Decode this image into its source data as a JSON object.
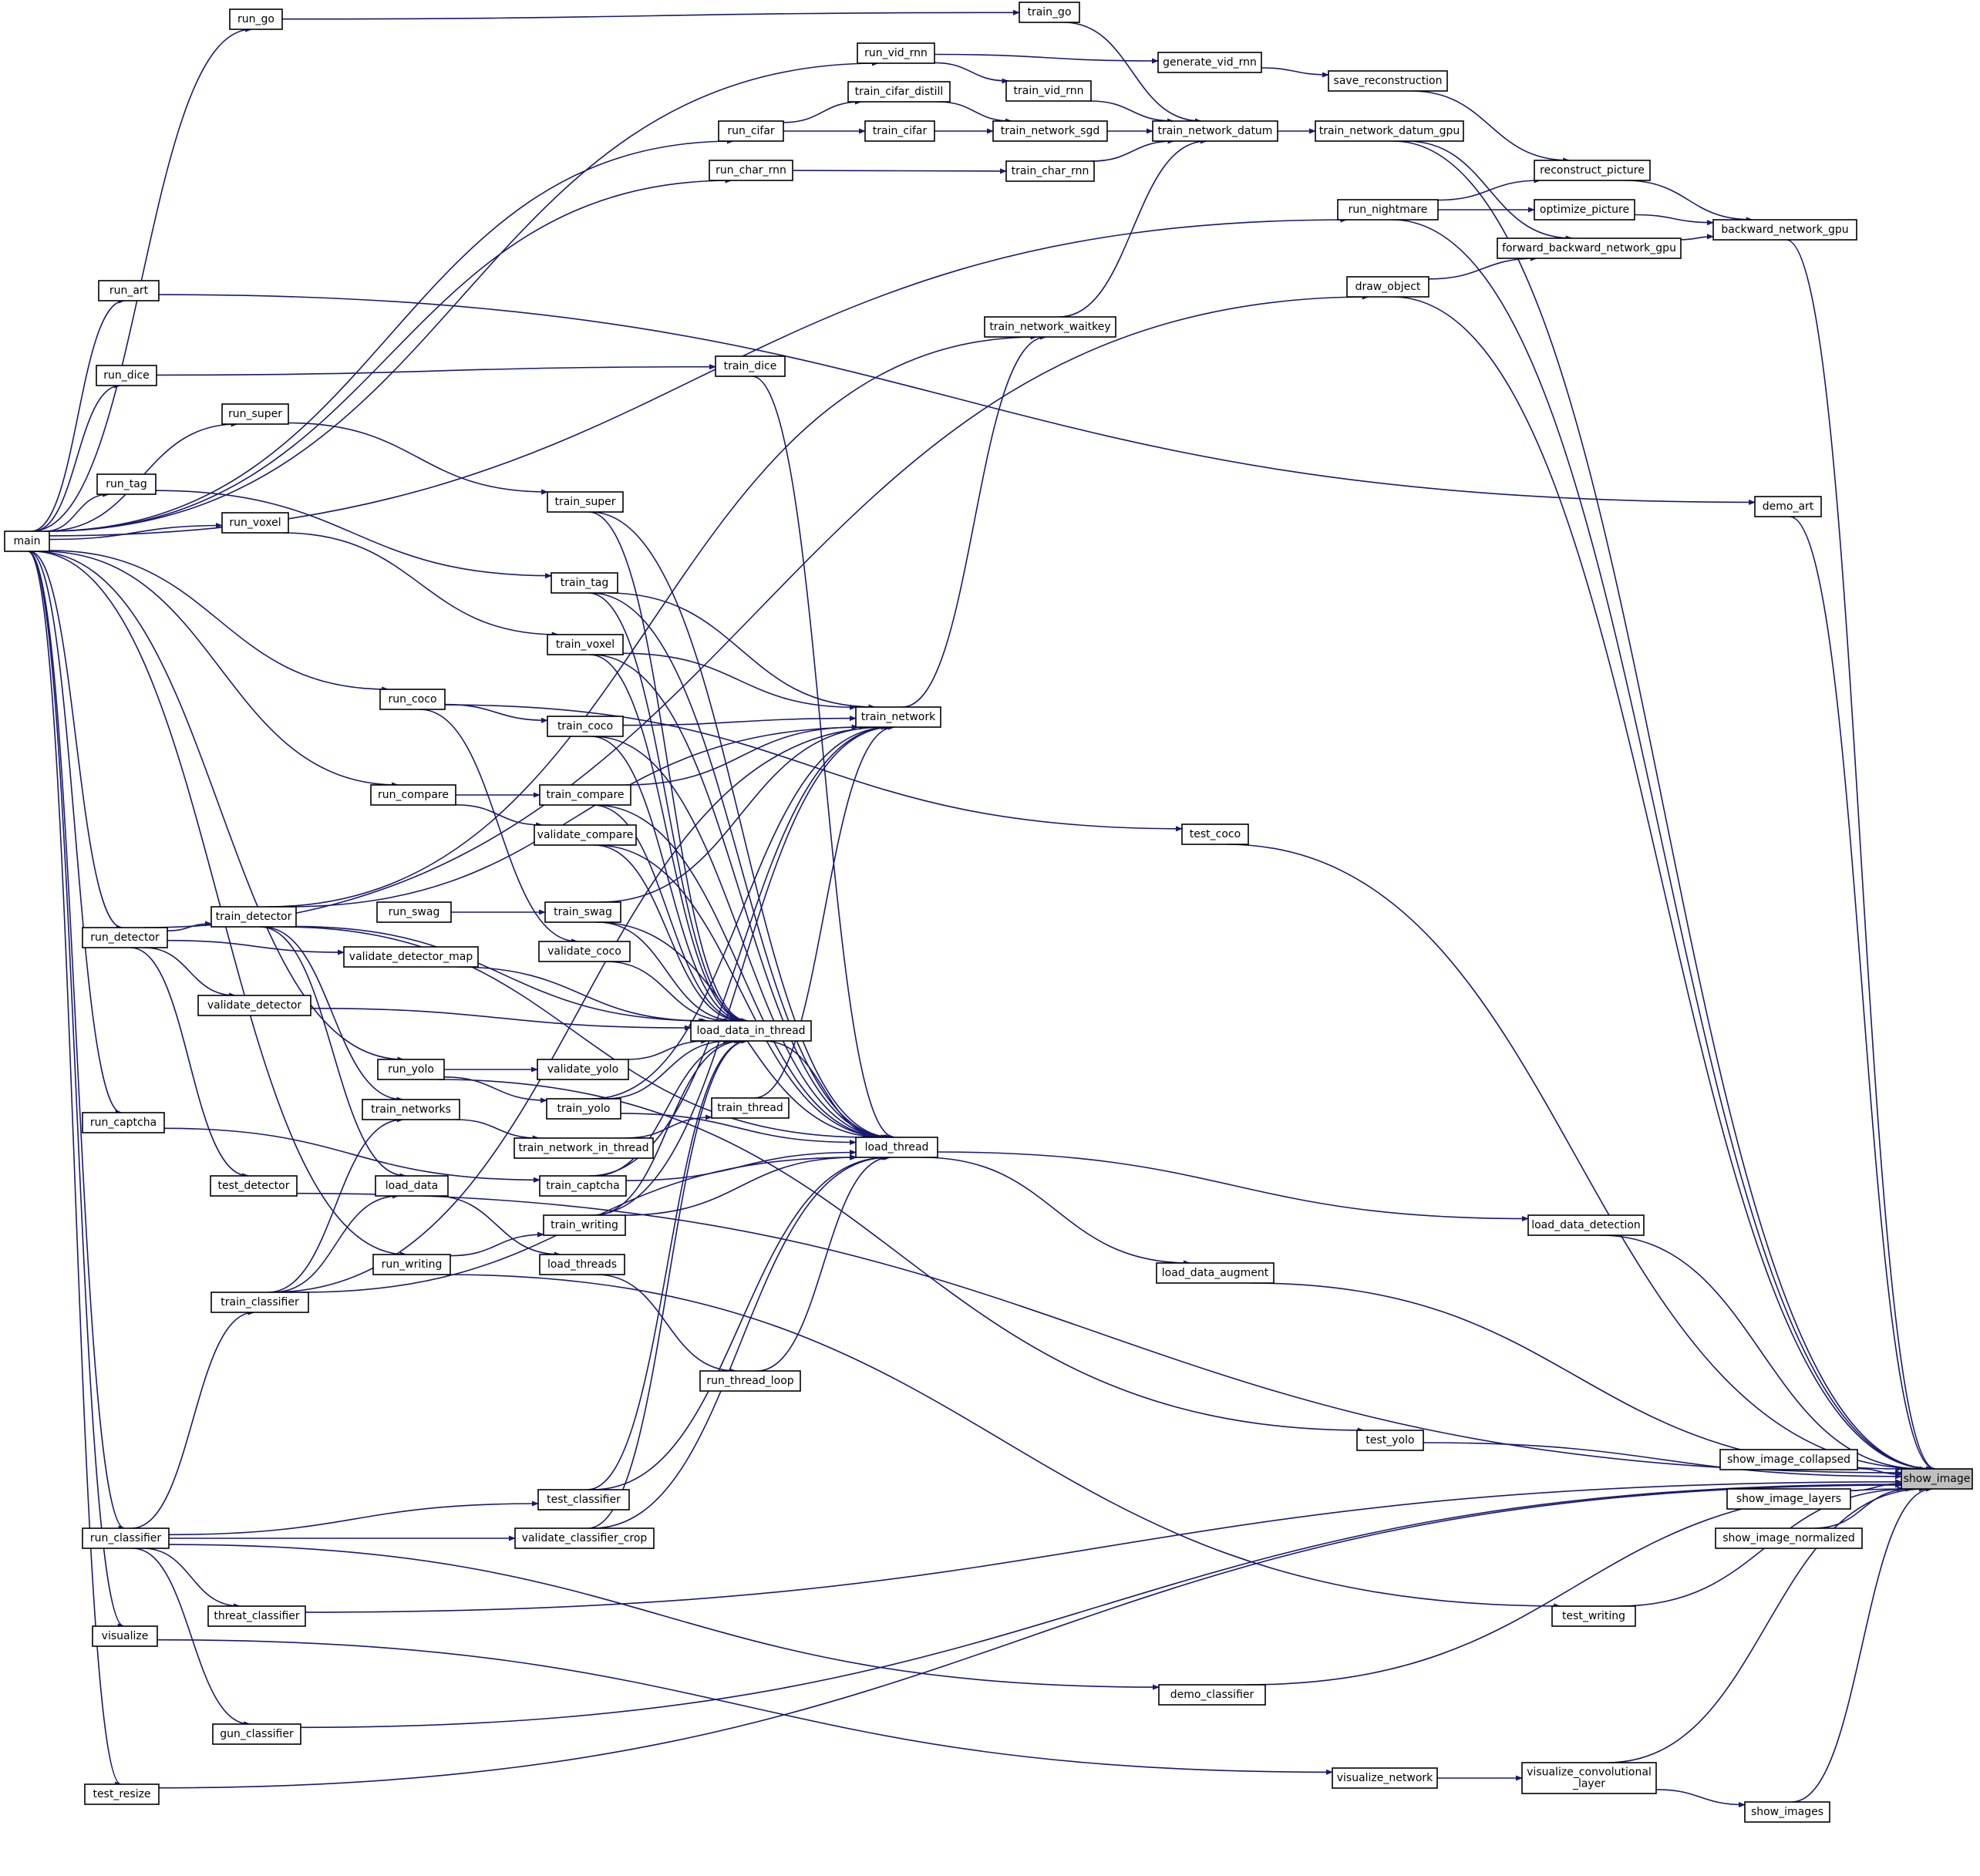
{
  "graph": {
    "edge_color": "#191970",
    "highlight_fill": "#bfbfbf",
    "nodes": [
      {
        "id": "show_image",
        "label": "show_image",
        "highlight": true
      },
      {
        "id": "main",
        "label": "main"
      },
      {
        "id": "run_go",
        "label": "run_go"
      },
      {
        "id": "train_go",
        "label": "train_go"
      },
      {
        "id": "run_vid_rnn",
        "label": "run_vid_rnn"
      },
      {
        "id": "generate_vid_rnn",
        "label": "generate_vid_rnn"
      },
      {
        "id": "save_reconstruction",
        "label": "save_reconstruction"
      },
      {
        "id": "train_vid_rnn",
        "label": "train_vid_rnn"
      },
      {
        "id": "train_cifar_distill",
        "label": "train_cifar_distill"
      },
      {
        "id": "run_cifar",
        "label": "run_cifar"
      },
      {
        "id": "train_cifar",
        "label": "train_cifar"
      },
      {
        "id": "train_network_sgd",
        "label": "train_network_sgd"
      },
      {
        "id": "train_network_datum",
        "label": "train_network_datum"
      },
      {
        "id": "train_network_datum_gpu",
        "label": "train_network_datum_gpu"
      },
      {
        "id": "run_char_rnn",
        "label": "run_char_rnn"
      },
      {
        "id": "train_char_rnn",
        "label": "train_char_rnn"
      },
      {
        "id": "reconstruct_picture",
        "label": "reconstruct_picture"
      },
      {
        "id": "run_nightmare",
        "label": "run_nightmare"
      },
      {
        "id": "optimize_picture",
        "label": "optimize_picture"
      },
      {
        "id": "backward_network_gpu",
        "label": "backward_network_gpu"
      },
      {
        "id": "forward_backward_network_gpu",
        "label": "forward_backward_network_gpu"
      },
      {
        "id": "run_art",
        "label": "run_art"
      },
      {
        "id": "draw_object",
        "label": "draw_object"
      },
      {
        "id": "train_network_waitkey",
        "label": "train_network_waitkey"
      },
      {
        "id": "run_dice",
        "label": "run_dice"
      },
      {
        "id": "train_dice",
        "label": "train_dice"
      },
      {
        "id": "run_super",
        "label": "run_super"
      },
      {
        "id": "train_super",
        "label": "train_super"
      },
      {
        "id": "run_tag",
        "label": "run_tag"
      },
      {
        "id": "demo_art",
        "label": "demo_art"
      },
      {
        "id": "run_voxel",
        "label": "run_voxel"
      },
      {
        "id": "train_tag",
        "label": "train_tag"
      },
      {
        "id": "train_voxel",
        "label": "train_voxel"
      },
      {
        "id": "run_coco",
        "label": "run_coco"
      },
      {
        "id": "train_network",
        "label": "train_network"
      },
      {
        "id": "train_coco",
        "label": "train_coco"
      },
      {
        "id": "run_compare",
        "label": "run_compare"
      },
      {
        "id": "train_compare",
        "label": "train_compare"
      },
      {
        "id": "validate_compare",
        "label": "validate_compare"
      },
      {
        "id": "test_coco",
        "label": "test_coco"
      },
      {
        "id": "run_swag",
        "label": "run_swag"
      },
      {
        "id": "train_swag",
        "label": "train_swag"
      },
      {
        "id": "train_detector",
        "label": "train_detector"
      },
      {
        "id": "run_detector",
        "label": "run_detector"
      },
      {
        "id": "validate_detector_map",
        "label": "validate_detector_map"
      },
      {
        "id": "validate_coco",
        "label": "validate_coco"
      },
      {
        "id": "validate_detector",
        "label": "validate_detector"
      },
      {
        "id": "load_data_in_thread",
        "label": "load_data_in_thread"
      },
      {
        "id": "run_yolo",
        "label": "run_yolo"
      },
      {
        "id": "validate_yolo",
        "label": "validate_yolo"
      },
      {
        "id": "train_networks",
        "label": "train_networks"
      },
      {
        "id": "train_yolo",
        "label": "train_yolo"
      },
      {
        "id": "train_thread",
        "label": "train_thread"
      },
      {
        "id": "run_captcha",
        "label": "run_captcha"
      },
      {
        "id": "load_thread",
        "label": "load_thread"
      },
      {
        "id": "train_network_in_thread",
        "label": "train_network_in_thread"
      },
      {
        "id": "test_detector",
        "label": "test_detector"
      },
      {
        "id": "load_data",
        "label": "load_data"
      },
      {
        "id": "train_captcha",
        "label": "train_captcha"
      },
      {
        "id": "load_data_detection",
        "label": "load_data_detection"
      },
      {
        "id": "train_writing",
        "label": "train_writing"
      },
      {
        "id": "run_writing",
        "label": "run_writing"
      },
      {
        "id": "load_threads",
        "label": "load_threads"
      },
      {
        "id": "load_data_augment",
        "label": "load_data_augment"
      },
      {
        "id": "train_classifier",
        "label": "train_classifier"
      },
      {
        "id": "run_thread_loop",
        "label": "run_thread_loop"
      },
      {
        "id": "test_yolo",
        "label": "test_yolo"
      },
      {
        "id": "show_image_collapsed",
        "label": "show_image_collapsed"
      },
      {
        "id": "test_classifier",
        "label": "test_classifier"
      },
      {
        "id": "show_image_layers",
        "label": "show_image_layers"
      },
      {
        "id": "run_classifier",
        "label": "run_classifier"
      },
      {
        "id": "validate_classifier_crop",
        "label": "validate_classifier_crop"
      },
      {
        "id": "show_image_normalized",
        "label": "show_image_normalized"
      },
      {
        "id": "threat_classifier",
        "label": "threat_classifier"
      },
      {
        "id": "test_writing",
        "label": "test_writing"
      },
      {
        "id": "visualize",
        "label": "visualize"
      },
      {
        "id": "demo_classifier",
        "label": "demo_classifier"
      },
      {
        "id": "gun_classifier",
        "label": "gun_classifier"
      },
      {
        "id": "visualize_network",
        "label": "visualize_network"
      },
      {
        "id": "visualize_convolutional_layer",
        "label": "visualize_convolutional\n_layer"
      },
      {
        "id": "show_images",
        "label": "show_images"
      },
      {
        "id": "test_resize",
        "label": "test_resize"
      }
    ],
    "edges": [
      [
        "main",
        "run_go"
      ],
      [
        "run_go",
        "train_go"
      ],
      [
        "train_go",
        "train_network_datum"
      ],
      [
        "main",
        "run_vid_rnn"
      ],
      [
        "run_vid_rnn",
        "generate_vid_rnn"
      ],
      [
        "generate_vid_rnn",
        "save_reconstruction"
      ],
      [
        "save_reconstruction",
        "reconstruct_picture"
      ],
      [
        "run_vid_rnn",
        "train_vid_rnn"
      ],
      [
        "train_vid_rnn",
        "train_network_datum"
      ],
      [
        "main",
        "run_cifar"
      ],
      [
        "run_cifar",
        "train_cifar_distill"
      ],
      [
        "train_cifar_distill",
        "train_network_sgd"
      ],
      [
        "run_cifar",
        "train_cifar"
      ],
      [
        "train_cifar",
        "train_network_sgd"
      ],
      [
        "train_network_sgd",
        "train_network_datum"
      ],
      [
        "train_network_datum",
        "train_network_datum_gpu"
      ],
      [
        "train_network_datum_gpu",
        "show_image"
      ],
      [
        "train_network_datum_gpu",
        "forward_backward_network_gpu"
      ],
      [
        "main",
        "run_char_rnn"
      ],
      [
        "run_char_rnn",
        "train_char_rnn"
      ],
      [
        "train_char_rnn",
        "train_network_datum"
      ],
      [
        "main",
        "run_nightmare"
      ],
      [
        "run_nightmare",
        "reconstruct_picture"
      ],
      [
        "run_nightmare",
        "optimize_picture"
      ],
      [
        "run_nightmare",
        "show_image"
      ],
      [
        "reconstruct_picture",
        "backward_network_gpu"
      ],
      [
        "optimize_picture",
        "backward_network_gpu"
      ],
      [
        "forward_backward_network_gpu",
        "backward_network_gpu"
      ],
      [
        "backward_network_gpu",
        "show_image"
      ],
      [
        "main",
        "run_art"
      ],
      [
        "run_art",
        "demo_art"
      ],
      [
        "demo_art",
        "show_image"
      ],
      [
        "run_detector",
        "draw_object"
      ],
      [
        "draw_object",
        "forward_backward_network_gpu"
      ],
      [
        "draw_object",
        "show_image"
      ],
      [
        "train_detector",
        "train_network_waitkey"
      ],
      [
        "train_network_waitkey",
        "train_network_datum"
      ],
      [
        "main",
        "run_dice"
      ],
      [
        "run_dice",
        "train_dice"
      ],
      [
        "train_dice",
        "load_thread"
      ],
      [
        "main",
        "run_super"
      ],
      [
        "run_super",
        "train_super"
      ],
      [
        "train_super",
        "load_data_in_thread"
      ],
      [
        "train_super",
        "load_thread"
      ],
      [
        "main",
        "run_tag"
      ],
      [
        "run_tag",
        "train_tag"
      ],
      [
        "train_tag",
        "train_network"
      ],
      [
        "train_tag",
        "load_data_in_thread"
      ],
      [
        "train_tag",
        "load_thread"
      ],
      [
        "main",
        "run_voxel"
      ],
      [
        "run_voxel",
        "train_voxel"
      ],
      [
        "train_voxel",
        "train_network"
      ],
      [
        "train_voxel",
        "load_data_in_thread"
      ],
      [
        "train_voxel",
        "load_thread"
      ],
      [
        "main",
        "run_coco"
      ],
      [
        "run_coco",
        "train_coco"
      ],
      [
        "run_coco",
        "test_coco"
      ],
      [
        "run_coco",
        "validate_coco"
      ],
      [
        "train_coco",
        "train_network"
      ],
      [
        "train_coco",
        "load_data_in_thread"
      ],
      [
        "train_coco",
        "load_thread"
      ],
      [
        "main",
        "run_compare"
      ],
      [
        "run_compare",
        "train_compare"
      ],
      [
        "run_compare",
        "validate_compare"
      ],
      [
        "train_compare",
        "train_network"
      ],
      [
        "train_compare",
        "load_data_in_thread"
      ],
      [
        "train_compare",
        "load_thread"
      ],
      [
        "validate_compare",
        "load_data_in_thread"
      ],
      [
        "validate_compare",
        "load_thread"
      ],
      [
        "test_coco",
        "show_image"
      ],
      [
        "run_swag",
        "train_swag"
      ],
      [
        "train_swag",
        "train_network"
      ],
      [
        "train_swag",
        "load_data_in_thread"
      ],
      [
        "train_swag",
        "load_thread"
      ],
      [
        "main",
        "run_detector"
      ],
      [
        "run_detector",
        "train_detector"
      ],
      [
        "run_detector",
        "validate_detector_map"
      ],
      [
        "run_detector",
        "validate_detector"
      ],
      [
        "run_detector",
        "test_detector"
      ],
      [
        "train_detector",
        "train_network"
      ],
      [
        "train_detector",
        "load_data_in_thread"
      ],
      [
        "train_detector",
        "load_thread"
      ],
      [
        "train_detector",
        "train_networks"
      ],
      [
        "train_detector",
        "load_data"
      ],
      [
        "validate_detector_map",
        "load_data_in_thread"
      ],
      [
        "validate_coco",
        "load_data_in_thread"
      ],
      [
        "validate_detector",
        "load_data_in_thread"
      ],
      [
        "train_network",
        "train_network_waitkey"
      ],
      [
        "load_data_in_thread",
        "load_thread"
      ],
      [
        "main",
        "run_yolo"
      ],
      [
        "run_yolo",
        "validate_yolo"
      ],
      [
        "run_yolo",
        "train_yolo"
      ],
      [
        "run_yolo",
        "test_yolo"
      ],
      [
        "validate_yolo",
        "load_data_in_thread"
      ],
      [
        "train_yolo",
        "train_network"
      ],
      [
        "train_yolo",
        "load_data_in_thread"
      ],
      [
        "train_yolo",
        "load_thread"
      ],
      [
        "train_networks",
        "train_network_in_thread"
      ],
      [
        "train_network_in_thread",
        "train_thread"
      ],
      [
        "train_thread",
        "train_network"
      ],
      [
        "main",
        "run_captcha"
      ],
      [
        "run_captcha",
        "train_captcha"
      ],
      [
        "train_captcha",
        "train_network"
      ],
      [
        "train_captcha",
        "load_data_in_thread"
      ],
      [
        "train_captcha",
        "load_thread"
      ],
      [
        "load_thread",
        "load_data_detection"
      ],
      [
        "load_thread",
        "load_data_augment"
      ],
      [
        "load_data_detection",
        "show_image"
      ],
      [
        "load_data_augment",
        "show_image"
      ],
      [
        "test_detector",
        "show_image"
      ],
      [
        "load_data",
        "load_threads"
      ],
      [
        "load_threads",
        "run_thread_loop"
      ],
      [
        "run_thread_loop",
        "load_thread"
      ],
      [
        "main",
        "run_writing"
      ],
      [
        "run_writing",
        "train_writing"
      ],
      [
        "run_writing",
        "test_writing"
      ],
      [
        "train_writing",
        "train_network"
      ],
      [
        "train_writing",
        "load_data_in_thread"
      ],
      [
        "train_writing",
        "load_thread"
      ],
      [
        "run_classifier",
        "train_classifier"
      ],
      [
        "train_classifier",
        "train_networks"
      ],
      [
        "train_classifier",
        "load_data"
      ],
      [
        "train_classifier",
        "train_network"
      ],
      [
        "train_classifier",
        "load_thread"
      ],
      [
        "test_yolo",
        "show_image"
      ],
      [
        "show_image_collapsed",
        "show_image"
      ],
      [
        "show_image_layers",
        "show_image"
      ],
      [
        "show_image_normalized",
        "show_image"
      ],
      [
        "main",
        "run_classifier"
      ],
      [
        "run_classifier",
        "test_classifier"
      ],
      [
        "run_classifier",
        "validate_classifier_crop"
      ],
      [
        "test_classifier",
        "load_data_in_thread"
      ],
      [
        "test_classifier",
        "load_thread"
      ],
      [
        "validate_classifier_crop",
        "load_data_in_thread"
      ],
      [
        "validate_classifier_crop",
        "load_thread"
      ],
      [
        "run_classifier",
        "threat_classifier"
      ],
      [
        "threat_classifier",
        "show_image"
      ],
      [
        "test_writing",
        "show_image"
      ],
      [
        "main",
        "visualize"
      ],
      [
        "visualize",
        "visualize_network"
      ],
      [
        "run_classifier",
        "demo_classifier"
      ],
      [
        "demo_classifier",
        "show_image"
      ],
      [
        "run_classifier",
        "gun_classifier"
      ],
      [
        "gun_classifier",
        "show_image"
      ],
      [
        "visualize_network",
        "visualize_convolutional_layer"
      ],
      [
        "visualize_convolutional_layer",
        "show_images"
      ],
      [
        "visualize_convolutional_layer",
        "show_image"
      ],
      [
        "show_images",
        "show_image"
      ],
      [
        "main",
        "test_resize"
      ],
      [
        "test_resize",
        "show_image"
      ]
    ]
  }
}
